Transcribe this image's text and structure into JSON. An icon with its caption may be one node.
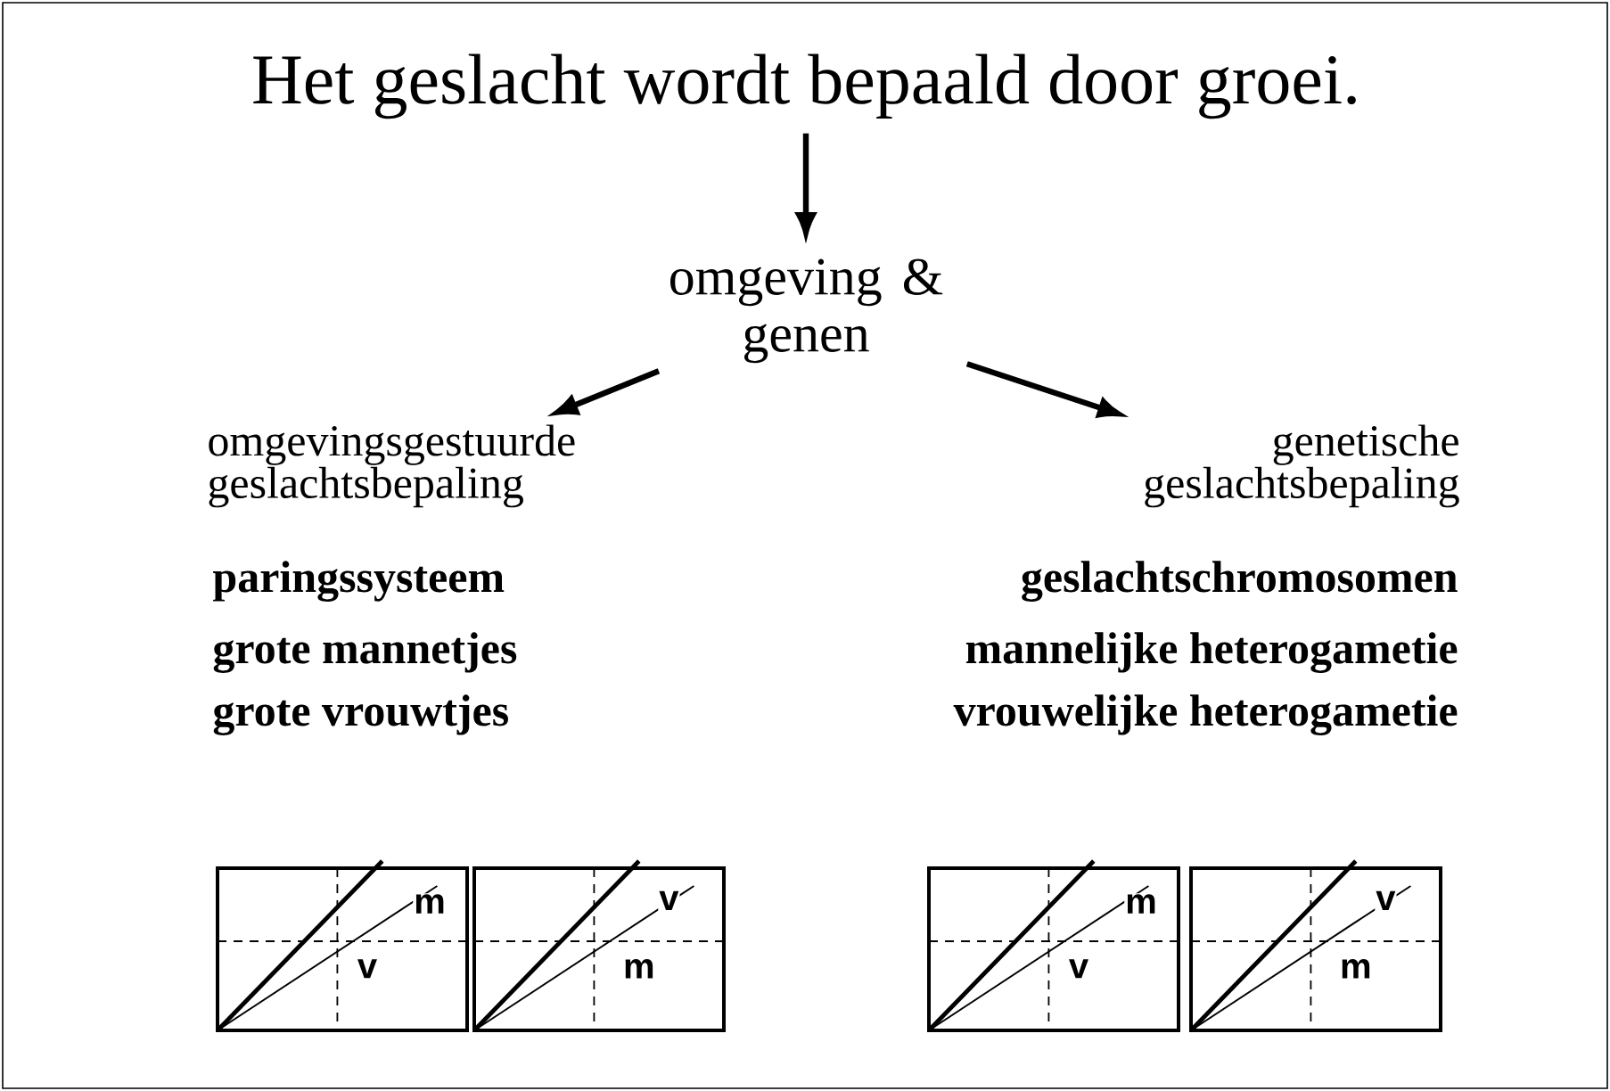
{
  "diagram": {
    "nodes": [
      {
        "text": [
          "Het geslacht wordt bepaald door groei."
        ]
      },
      {
        "text": [
          "omgeving & genen"
        ]
      },
      {
        "text": [
          "omgevingsgestuurde geslachtsbepaling"
        ]
      },
      {
        "text": [
          "genetische geslachtsbepaling"
        ]
      }
    ],
    "edges": [
      {
        "from": 0,
        "to": 1,
        "arrow": "to"
      },
      {
        "from": 1,
        "to": 2,
        "arrow": "to"
      },
      {
        "from": 1,
        "to": 3,
        "arrow": "to"
      }
    ],
    "labels": [
      "paringssysteem",
      "grote mannetjes",
      "grote vrouwtjes",
      "geslachtschromosomen",
      "mannelijke heterogametie",
      "vrouwelijke heterogametie",
      "m",
      "v",
      "v",
      "m",
      "m",
      "v",
      "v",
      "m"
    ]
  }
}
